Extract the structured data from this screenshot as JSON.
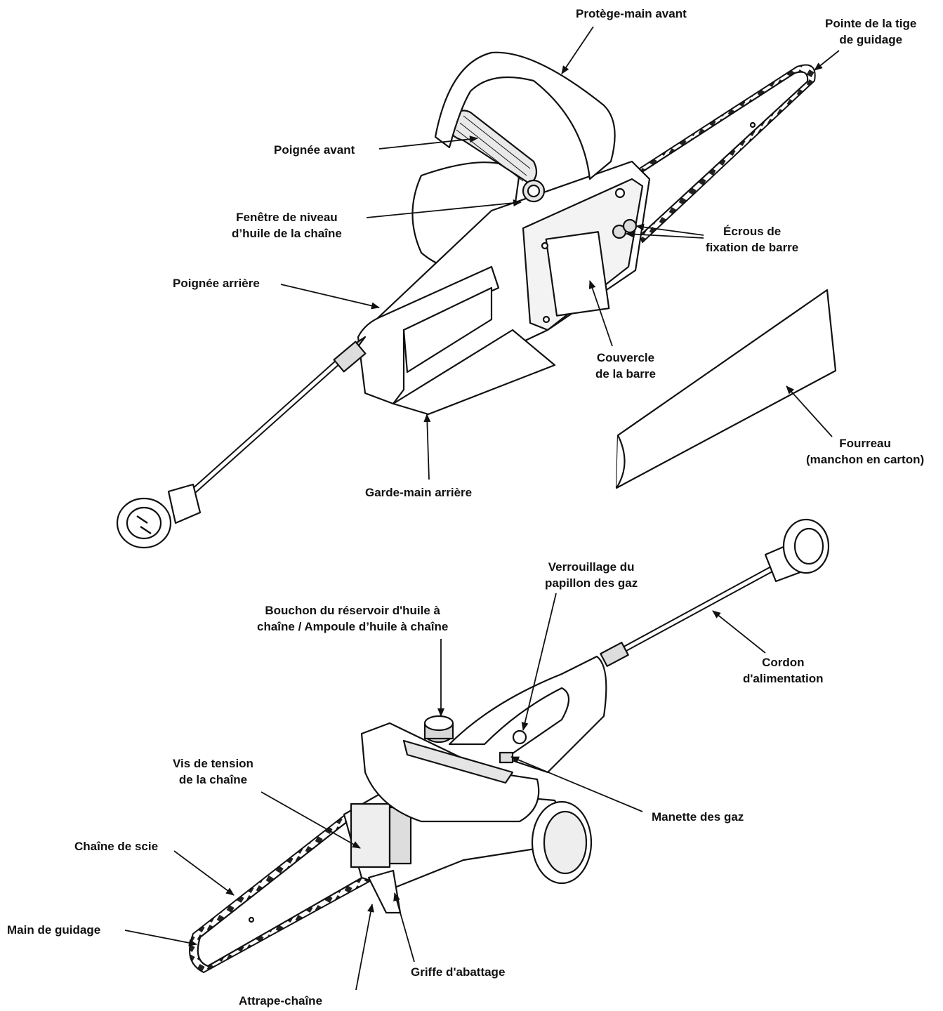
{
  "colors": {
    "ink": "#111111",
    "paper": "#ffffff",
    "shade": "#e6e6e6",
    "mid": "#bdbdbd"
  },
  "top_saw": {
    "labels": {
      "front_hand_guard": "Protège-main avant",
      "bar_tip_1": "Pointe de la tige",
      "bar_tip_2": "de guidage",
      "front_handle": "Poignée avant",
      "oil_window_1": "Fenêtre de niveau",
      "oil_window_2": "d’huile de la chaîne",
      "bar_nuts_1": "Écrous de",
      "bar_nuts_2": "fixation de barre",
      "rear_handle": "Poignée arrière",
      "bar_cover_1": "Couvercle",
      "bar_cover_2": "de la barre",
      "scabbard_1": "Fourreau",
      "scabbard_2": "(manchon en carton)",
      "rear_hand_guard": "Garde-main arrière"
    }
  },
  "bottom_saw": {
    "labels": {
      "throttle_lock_1": "Verrouillage du",
      "throttle_lock_2": "papillon des gaz",
      "oil_cap_1": "Bouchon du réservoir d'huile à",
      "oil_cap_2": "chaîne / Ampoule d’huile à chaîne",
      "power_cord_1": "Cordon",
      "power_cord_2": "d'alimentation",
      "tension_screw_1": "Vis de tension",
      "tension_screw_2": "de la chaîne",
      "throttle_trigger": "Manette des gaz",
      "saw_chain": "Chaîne de scie",
      "guide_bar": "Main de guidage",
      "bucking_spike": "Griffe d'abattage",
      "chain_catcher": "Attrape-chaîne"
    }
  }
}
